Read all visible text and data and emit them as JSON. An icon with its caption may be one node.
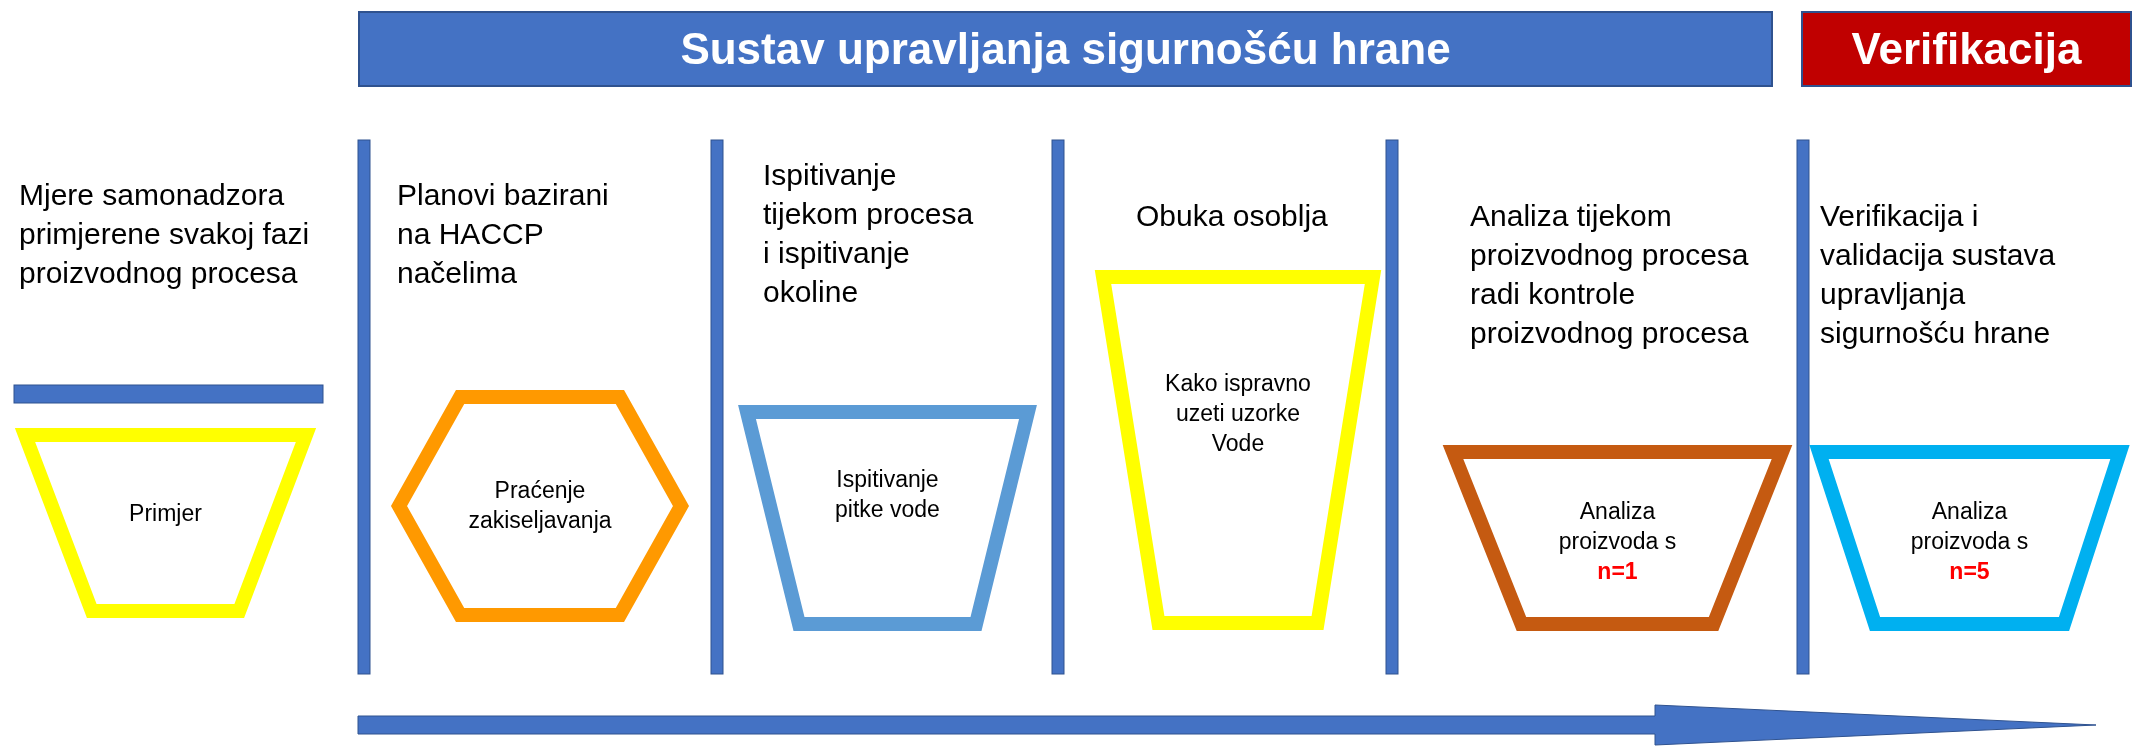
{
  "diagram": {
    "nodes": [
      {
        "text": [
          "Sustav upravljanja sigurnošću hrane"
        ]
      },
      {
        "text": [
          "Verifikacija"
        ]
      },
      {
        "text": [
          "Primjer"
        ]
      },
      {
        "text": [
          "Praćenje zakiseljavanja"
        ]
      },
      {
        "text": [
          "Ispitivanje pitke vode"
        ]
      },
      {
        "text": [
          "Kako ispravno uzeti uzorke Vode"
        ]
      },
      {
        "text": [
          "Analiza proizvoda s",
          "n=1"
        ]
      },
      {
        "text": [
          "Analiza proizvoda s",
          "n=5"
        ]
      }
    ],
    "edges": [],
    "labels": [
      "Mjere samonadzora primjerene svakoj fazi proizvodnog procesa",
      "Planovi bazirani na HACCP načelima",
      "Ispitivanje tijekom procesa i ispitivanje okoline",
      "Obuka osoblja",
      "Analiza tijekom proizvodnog procesa radi kontrole proizvodnog procesa",
      "Verifikacija i validacija sustava upravljanja sigurnošću hrane"
    ]
  }
}
